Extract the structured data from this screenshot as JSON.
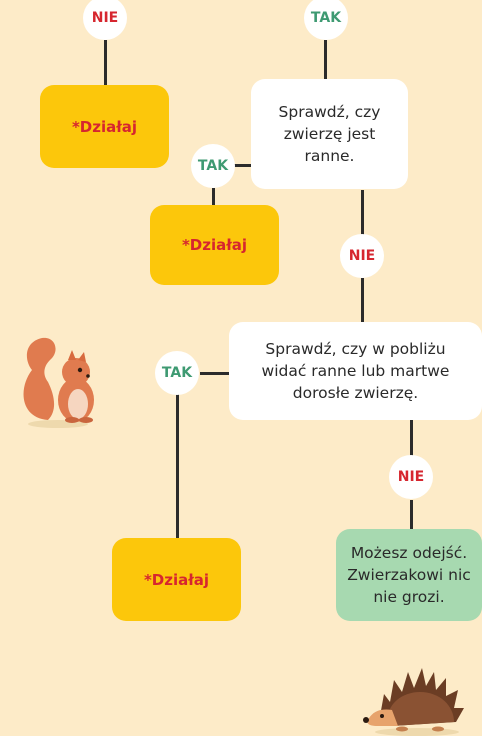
{
  "labels": {
    "nie": "NIE",
    "tak": "TAK"
  },
  "boxes": {
    "act": "*Działaj",
    "check_injured": "Sprawdź, czy zwierzę jest ranne.",
    "check_adult": "Sprawdź, czy w pobliżu widać ranne lub martwe dorosłe zwierzę.",
    "leave": "Możesz odejść. Zwierzakowi nic nie grozi."
  },
  "colors": {
    "background": "#fdebc8",
    "yellow": "#fcc70b",
    "green": "#a7d9b0",
    "nie": "#d6262f",
    "tak": "#3e9a72"
  },
  "icons": [
    "squirrel-icon",
    "hedgehog-icon"
  ]
}
